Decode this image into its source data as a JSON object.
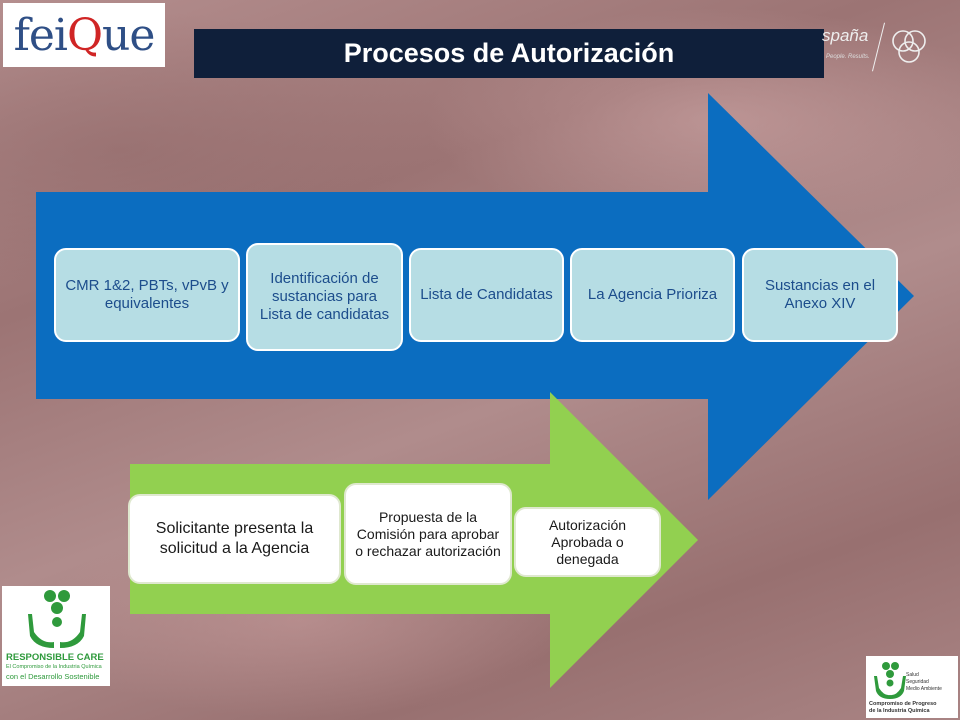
{
  "slide": {
    "title": "Procesos de Autorización",
    "logos": {
      "feique_left": "fei",
      "feique_q": "Q",
      "feique_right": "ue",
      "right_text": "spaña",
      "right_tagline": "People. Results.",
      "rc_title": "RESPONSIBLE CARE",
      "rc_line1": "El Compromiso de la Industria Química",
      "rc_line2": "con el Desarrollo Sostenible",
      "br_line1": "Salud",
      "br_line2": "Seguridad",
      "br_line3": "Medio Ambiente",
      "br_line4": "Compromiso de Progreso",
      "br_line5": "de la Industria Química"
    }
  },
  "colors": {
    "blue_arrow": "#0b6dc0",
    "green_arrow": "#92d050",
    "box_light_blue": "#b6dde4",
    "box_text_blue": "#1c4d8c",
    "title_bg": "#0f1f3a"
  },
  "process_top": {
    "steps": [
      "CMR 1&2, PBTs, vPvB y equivalentes",
      "Identificación de sustancias para Lista de candidatas",
      "Lista de Candidatas",
      "La Agencia Prioriza",
      "Sustancias en el Anexo XIV"
    ]
  },
  "process_bottom": {
    "steps": [
      "Solicitante presenta la solicitud a la Agencia",
      "Propuesta de la Comisión para aprobar o rechazar autorización",
      "Autorización Aprobada o denegada"
    ]
  }
}
